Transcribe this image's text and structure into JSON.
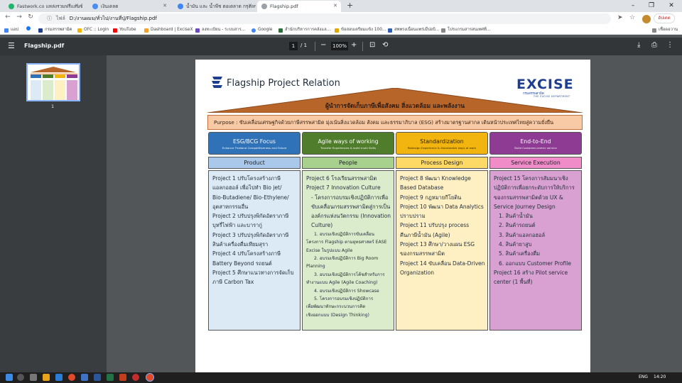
{
  "browser": {
    "tabs": [
      {
        "title": "Fastwork.co แหล่งรวมฟรีแลนซ์คุณภาพ",
        "color": "#1fb36b"
      },
      {
        "title": "เงินเดลต",
        "color": "#4b8cf5"
      },
      {
        "title": "น้ำมัน และ น้ำพืช ตอเตลาด กรุงเทพ ตระ",
        "color": "#4285f4"
      },
      {
        "title": "Flagship.pdf",
        "color": "#9aa0a6"
      }
    ],
    "address_info": "ไฟล์",
    "address": "D:/งานผมม/ทั่วไป/งานที่ปุ่/Flagship.pdf",
    "update_label": "อัปเดต",
    "bookmarks": [
      {
        "label": "แอป",
        "color": "#4285f4"
      },
      {
        "label": "",
        "color": "#1877f2"
      },
      {
        "label": "กรมสรรพสามิต",
        "color": "#1d3d8f"
      },
      {
        "label": "OFC :: Login",
        "color": "#f4b400"
      },
      {
        "label": "YouTube",
        "color": "#ff0000"
      },
      {
        "label": "Dashboard | ExciseX",
        "color": "#f4a22c"
      },
      {
        "label": "ลงทะเบียน - ระบบสาร...",
        "color": "#6b49c4"
      },
      {
        "label": "Google",
        "color": "#4285f4"
      },
      {
        "label": "สำนักบริหารการคลังแล...",
        "color": "#2a6f3a"
      },
      {
        "label": "ข้อสอบเตรียมเเข้ง 100...",
        "color": "#e0a800"
      },
      {
        "label": "สพพรงเนื่อนแพร่เมืปอบิ...",
        "color": "#2f5fb0"
      },
      {
        "label": "โปรแกรมสารสนเทศที่...",
        "color": "#888888"
      },
      {
        "label": "เชื่อดอวาน",
        "color": "#888888"
      }
    ]
  },
  "pdf": {
    "filename": "Flagship.pdf",
    "page_current": "1",
    "page_total": "/ 1",
    "zoom": "100%",
    "thumb_label": "1"
  },
  "slide": {
    "title": "Flagship Project Relation",
    "brand": "EXCISE",
    "brand_sub": "กรมสรรพสามิต",
    "brand_sub2": "THE EXCISE DEPARTMENT",
    "roof_text": "ผู้นำการจัดเก็บภาษีเพื่อสังคม สิ่งแวดล้อม และพลังงาน",
    "purpose": "Purpose : ขับเคลื่อนเศรษฐกิจด้วยภาษีสรรพสามิต มุ่งเน้นสิ่งแวดล้อม สังคม และธรรมาภิบาล (ESG) สร้างมาตรฐานสากล เดินหน้าประเทศไทยสู่ความยั่งยืน",
    "pillars": [
      {
        "title": "ESG/BCG Focus",
        "sub": "Enhance Thailand Competitiveness and Future",
        "color": "#2f72b8"
      },
      {
        "title": "Agile ways of working",
        "sub": "Transfer Experiences & build multi Skills",
        "color": "#4f7d2b"
      },
      {
        "title": "Standardization",
        "sub": "Redesign Experience & Standardize ways of work",
        "color": "#f2b40e"
      },
      {
        "title": "End-to-End",
        "sub": "Build Customer-centric service",
        "color": "#8e3b93"
      }
    ],
    "columns": [
      {
        "head": "Product",
        "head_color": "#aac9ea",
        "body_color": "#dceaf6",
        "lines": [
          {
            "t": "Project 1 ปรับโครงสร้างภาษี",
            "s": 0
          },
          {
            "t": "แอลกอฮอล์ เพื่อไปทำ Bio jet/",
            "s": 0
          },
          {
            "t": "Bio-Butadiene/ Bio-Ethylene/",
            "s": 0
          },
          {
            "t": "อุตสาหกรรมอื่น",
            "s": 0
          },
          {
            "t": "Project 2 ปรับปรุงพิกัดอัตราภาษี",
            "s": 0
          },
          {
            "t": "บุหรี่ไฟฟ้า และบารากู่",
            "s": 0
          },
          {
            "t": "Project 3 ปรับปรุงพิกัดอัตราภาษี",
            "s": 0
          },
          {
            "t": "สินค้าเครื่องดื่มเทียมสุรา",
            "s": 0
          },
          {
            "t": "Project 4 ปรับโครงสร้างภาษี",
            "s": 0
          },
          {
            "t": "Battery Beyond รถยนต์",
            "s": 0
          },
          {
            "t": "Project 5 ศึกษาแนวทางการจัดเก็บ",
            "s": 0
          },
          {
            "t": "ภาษี Carbon Tax",
            "s": 0
          }
        ]
      },
      {
        "head": "People",
        "head_color": "#a9d18e",
        "body_color": "#dbeccd",
        "lines": [
          {
            "t": "Project 6 โรงเรียนสรรพสามิต",
            "s": 0
          },
          {
            "t": "Project 7 Innovation Culture",
            "s": 0
          },
          {
            "t": "- โครงการอบรมเชิงปฏิบัติการเพื่อ",
            "s": 1
          },
          {
            "t": "ขับเคลื่อนกรมสรรพสามิตสู่การเป็น",
            "s": 1
          },
          {
            "t": "องค์กรแห่งนวัตกรรม (Innovation",
            "s": 1
          },
          {
            "t": "Culture)",
            "s": 1
          },
          {
            "t": "1. อบรมเชิงปฏิบัติการขับเคลื่อน",
            "s": 3
          },
          {
            "t": "โครงการ Flagship ตามยุทธศาสตร์ EASE",
            "s": 2
          },
          {
            "t": "Excise ในรูปแบบ Agile",
            "s": 2
          },
          {
            "t": "2. อบรมเชิงปฏิบัติการ Big Room",
            "s": 3
          },
          {
            "t": "Planning",
            "s": 2
          },
          {
            "t": "3. อบรมเชิงปฏิบัติการโค้ชสำหรับการ",
            "s": 3
          },
          {
            "t": "ทำงานแบบ Agile (Agile Coaching)",
            "s": 2
          },
          {
            "t": "4. อบรมเชิงปฏิบัติการ Showcase",
            "s": 3
          },
          {
            "t": "5. โครงการอบรมเชิงปฏิบัติการ",
            "s": 3
          },
          {
            "t": "เพื่อพัฒนาทักษะกระบวนการคิด",
            "s": 2
          },
          {
            "t": "เชิงออกแบบ (Design Thinking)",
            "s": 2
          }
        ]
      },
      {
        "head": "Process Design",
        "head_color": "#ffd966",
        "body_color": "#fff0c4",
        "lines": [
          {
            "t": "Project 8 พัฒนา Knowledge",
            "s": 0
          },
          {
            "t": "Based Database",
            "s": 0
          },
          {
            "t": "Project 9 กฎหมายกีโยติน",
            "s": 0
          },
          {
            "t": "Project 10 พัฒนา Data Analytics",
            "s": 0
          },
          {
            "t": "ปราบปราม",
            "s": 0
          },
          {
            "t": "Project 11 ปรับปรุง process",
            "s": 0
          },
          {
            "t": "คืนภาษีน้ำมัน (Agile)",
            "s": 0
          },
          {
            "t": "Project 13 ศึกษา/วางแผน ESG",
            "s": 0
          },
          {
            "t": "ของกรมสรรพสามิต",
            "s": 0
          },
          {
            "t": "Project 14 ขับเคลื่อน Data-Driven",
            "s": 0
          },
          {
            "t": "Organization",
            "s": 0
          }
        ]
      },
      {
        "head": "Service Execution",
        "head_color": "#f08cc8",
        "body_color": "#d9a1d2",
        "lines": [
          {
            "t": "Project 15 โครงการสัมมนาเชิง",
            "s": 0
          },
          {
            "t": "ปฏิบัติการเพื่อยกระดับการให้บริการ",
            "s": 0
          },
          {
            "t": "ของกรมสรรพสามิตด้วย UX &",
            "s": 0
          },
          {
            "t": "Service Journey Design",
            "s": 0
          },
          {
            "t": "1. สินค้าน้ำมัน",
            "s": 1
          },
          {
            "t": "2. สินค้ารถยนต์",
            "s": 1
          },
          {
            "t": "3. สินค้าแอลกอฮอล์",
            "s": 1
          },
          {
            "t": "4. สินค้ายาสูบ",
            "s": 1
          },
          {
            "t": "5. สินค้าเครื่องดื่ม",
            "s": 1
          },
          {
            "t": "6. ออกแบบ Customer Profile",
            "s": 1
          },
          {
            "t": "Project 16 สร้าง Pilot service",
            "s": 0
          },
          {
            "t": "center (1 พื้นที่)",
            "s": 0
          }
        ]
      }
    ]
  },
  "taskbar": {
    "lang": "ENG",
    "time": "14:20"
  }
}
